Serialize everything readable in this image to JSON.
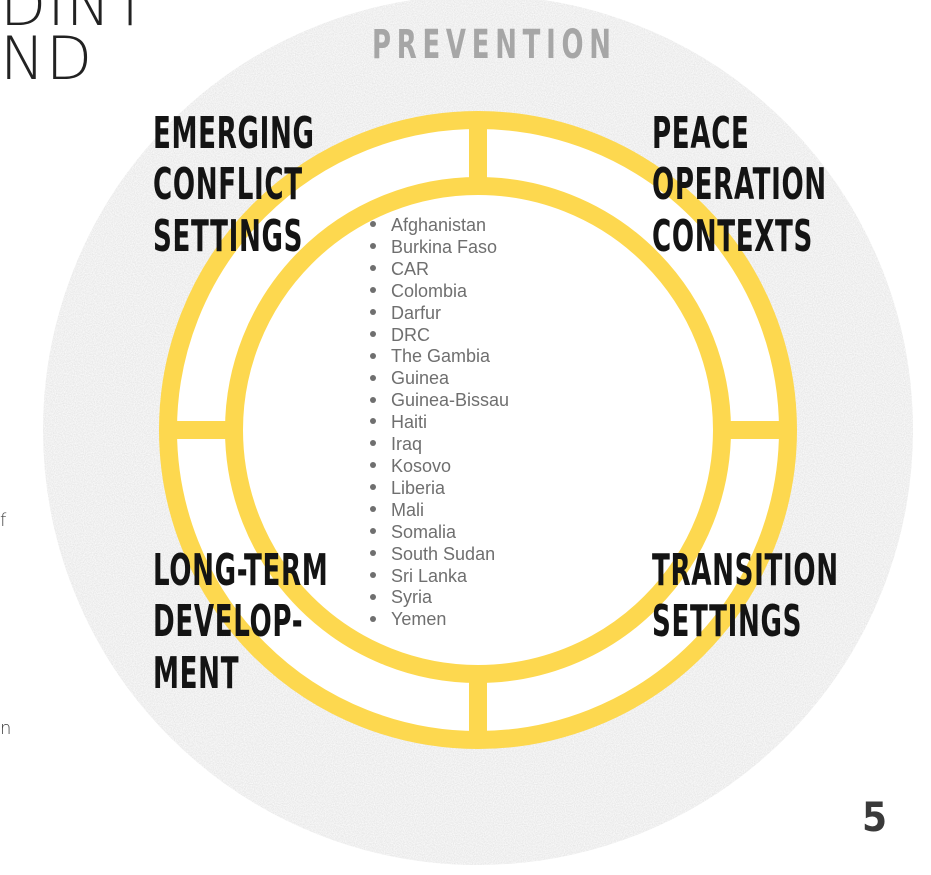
{
  "page": {
    "title_fragment_line1": "DINT",
    "title_fragment_line2": "ND",
    "top_heading_fragment": "",
    "page_number": "5",
    "left_fragment_1": "f",
    "left_fragment_2": "n"
  },
  "diagram": {
    "top_label": "PREVENTION",
    "quadrants": [
      {
        "id": "top-left",
        "lines": [
          "EMERGING",
          "CONFLICT",
          "SETTINGS"
        ]
      },
      {
        "id": "top-right",
        "lines": [
          "PEACE",
          "OPERATION",
          "CONTEXTS"
        ]
      },
      {
        "id": "bottom-left",
        "lines": [
          "LONG-TERM",
          "DEVELOP-",
          "MENT"
        ]
      },
      {
        "id": "bottom-right",
        "lines": [
          "TRANSITION",
          "SETTINGS"
        ]
      }
    ],
    "countries": [
      "Afghanistan",
      "Burkina Faso",
      "CAR",
      "Colombia",
      "Darfur",
      "DRC",
      "The Gambia",
      "Guinea",
      "Guinea-Bissau",
      "Haiti",
      "Iraq",
      "Kosovo",
      "Liberia",
      "Mali",
      "Somalia",
      "South Sudan",
      "Sri Lanka",
      "Syria",
      "Yemen"
    ],
    "colors": {
      "ring": "#fdd84f",
      "halo": "#e6e6e6",
      "text_dark": "#141414",
      "text_grey": "#6f6f6f",
      "label_grey": "#a6a6a6"
    }
  }
}
